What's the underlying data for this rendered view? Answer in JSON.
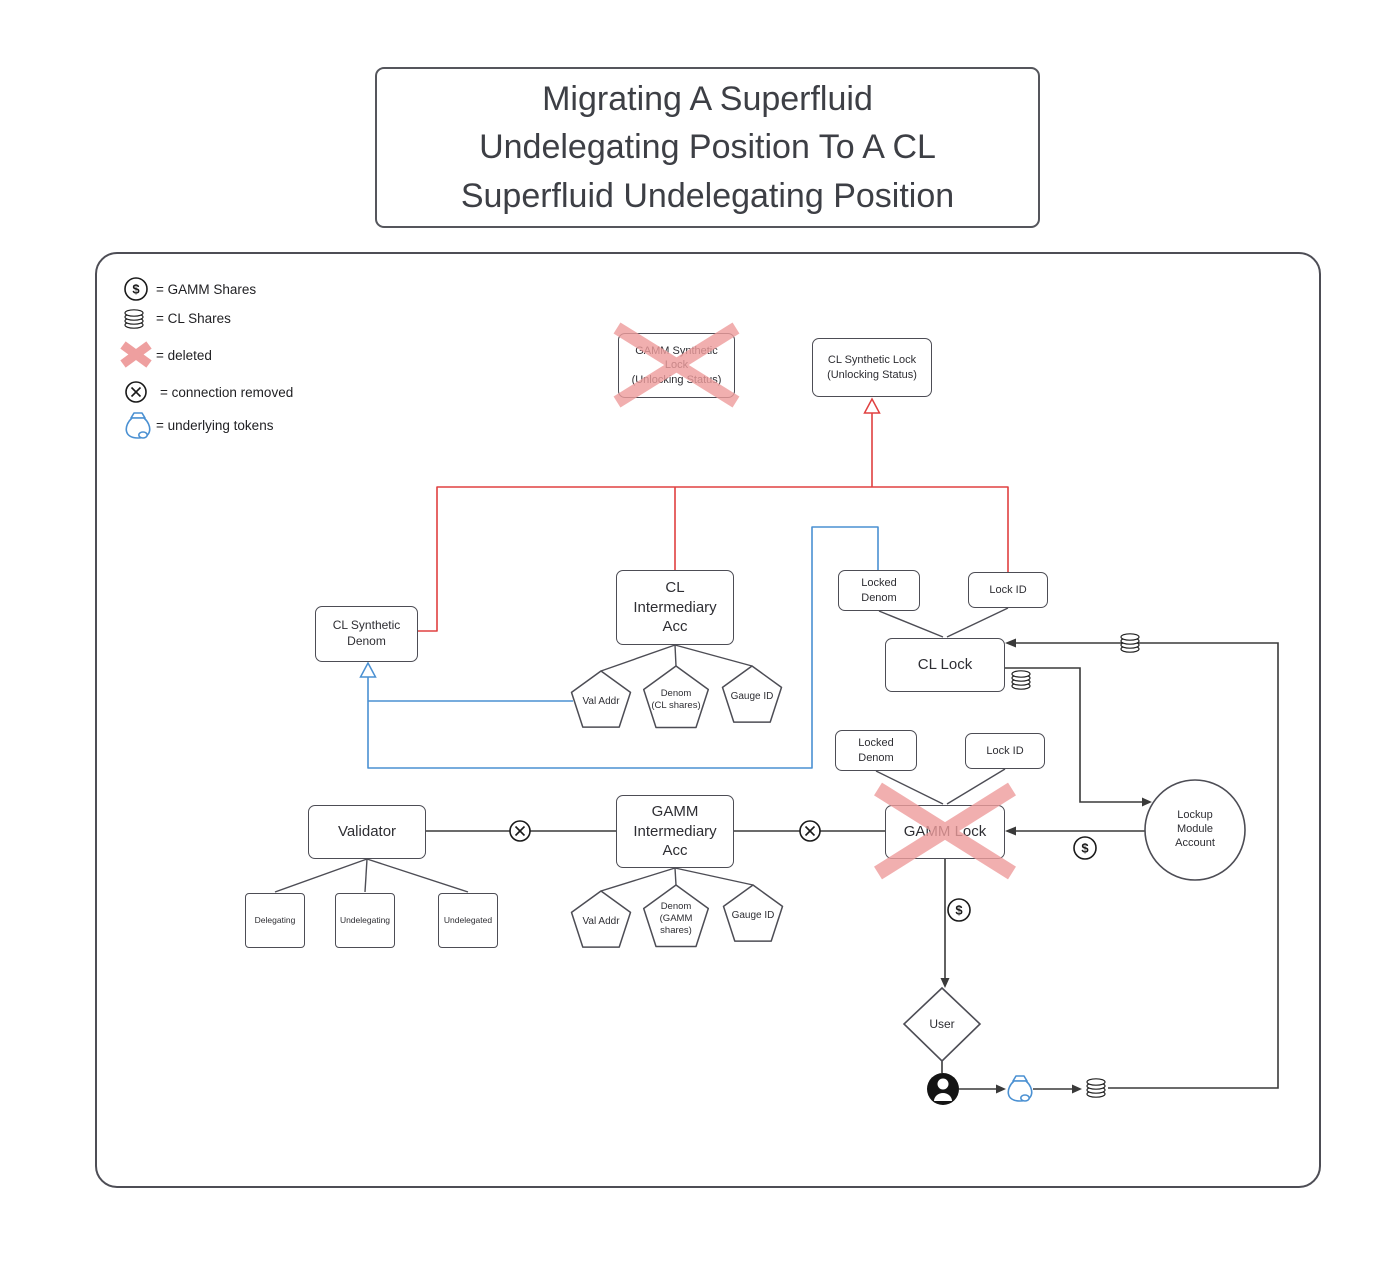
{
  "title": "Migrating A Superfluid\nUndelegating Position To A CL\nSuperfluid Undelegating Position",
  "legend": {
    "items": [
      {
        "icon": "dollar-circle-icon",
        "label": "= GAMM Shares"
      },
      {
        "icon": "coin-stack-icon",
        "label": "= CL Shares"
      },
      {
        "icon": "pink-cross-icon",
        "label": "= deleted"
      },
      {
        "icon": "circle-x-icon",
        "label": "= connection removed"
      },
      {
        "icon": "money-bag-icon",
        "label": "= underlying tokens"
      }
    ]
  },
  "nodes": {
    "gamm_synthetic_lock": "GAMM Synthetic\nLock\n(Unlocking Status)",
    "cl_synthetic_lock": "CL Synthetic Lock\n(Unlocking Status)",
    "cl_synthetic_denom": "CL Synthetic\nDenom",
    "cl_intermediary_acc": "CL\nIntermediary\nAcc",
    "gamm_intermediary_acc": "GAMM\nIntermediary\nAcc",
    "validator": "Validator",
    "delegating": "Delegating",
    "undelegating": "Undelegating",
    "undelegated": "Undelegated",
    "val_addr_cl": "Val Addr",
    "denom_cl_shares": "Denom\n(CL shares)",
    "gauge_id_cl": "Gauge ID",
    "val_addr_gamm": "Val Addr",
    "denom_gamm_shares": "Denom\n(GAMM\nshares)",
    "gauge_id_gamm": "Gauge ID",
    "locked_denom_cl": "Locked\nDenom",
    "lock_id_cl": "Lock ID",
    "cl_lock": "CL Lock",
    "locked_denom_gamm": "Locked\nDenom",
    "lock_id_gamm": "Lock ID",
    "gamm_lock": "GAMM Lock",
    "lockup_module_account": "Lockup\nModule\nAccount",
    "user": "User"
  },
  "icons": {
    "dollar": "$"
  },
  "colors": {
    "red_connector": "#e04040",
    "blue_connector": "#4a90d2",
    "black_connector": "#3a3a3a",
    "pink_cross": "#ee9c9c",
    "node_border": "#4d4d55"
  }
}
